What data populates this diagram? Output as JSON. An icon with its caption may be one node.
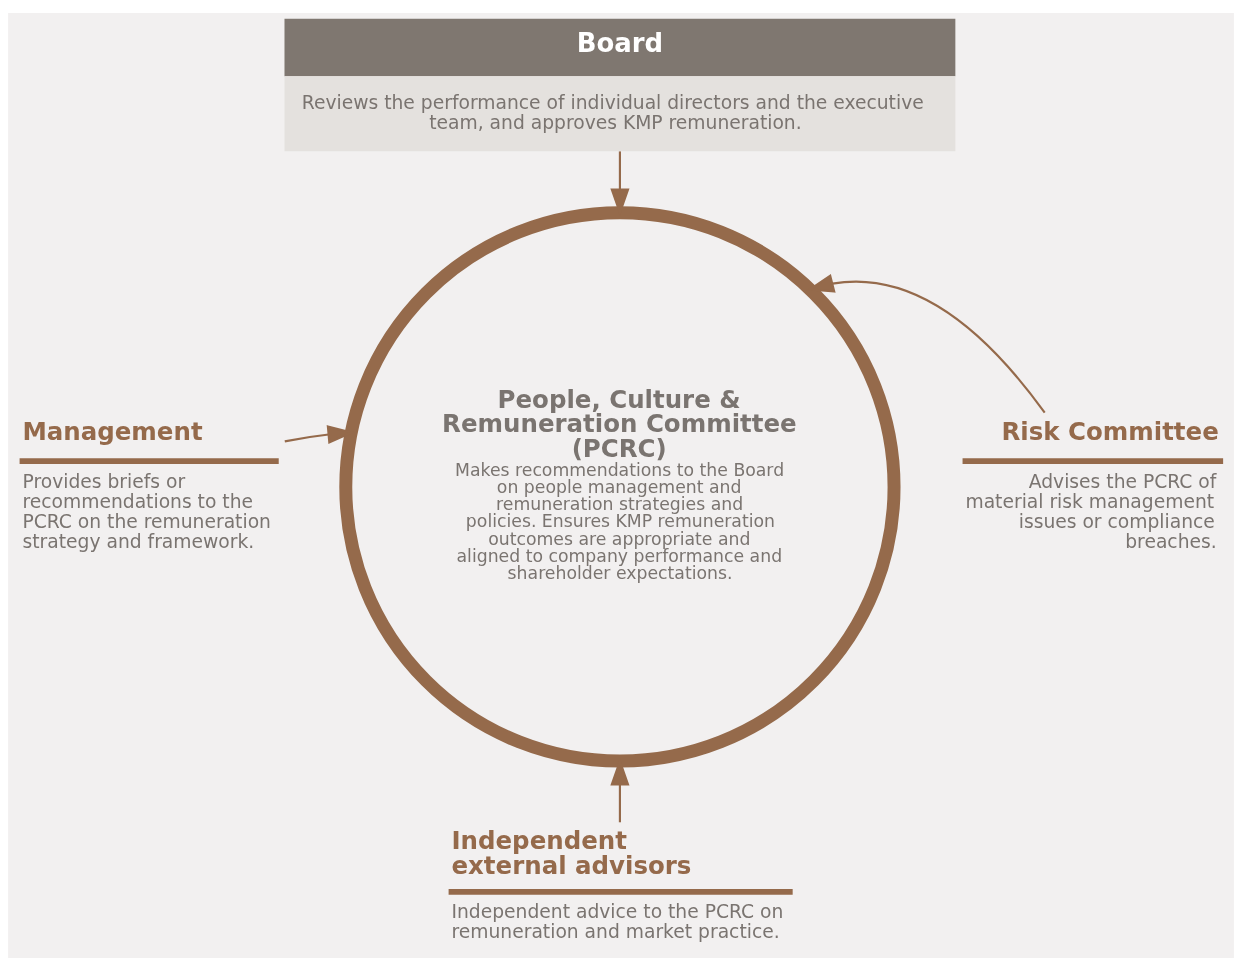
{
  "diagram": {
    "nodes": [
      {
        "text": [
          "Board",
          "Reviews the performance of individual directors and the executive team, and approves KMP remuneration."
        ]
      },
      {
        "text": [
          "People, Culture & Remuneration Committee (PCRC)",
          "Makes recommendations to the Board on people management and remuneration strategies and policies. Ensures KMP remuneration outcomes are appropriate and aligned to company performance and shareholder expectations."
        ]
      },
      {
        "text": [
          "Management",
          "Provides briefs or recommendations to the PCRC on the remuneration strategy and framework."
        ]
      },
      {
        "text": [
          "Risk Committee",
          "Advises the PCRC of material risk management issues or compliance breaches."
        ]
      },
      {
        "text": [
          "Independent external advisors",
          "Independent advice to the PCRC on remuneration and market practice."
        ]
      }
    ],
    "edges": [
      {
        "from": 0,
        "to": 1,
        "arrow": "to"
      },
      {
        "from": 2,
        "to": 1,
        "arrow": "to"
      },
      {
        "from": 3,
        "to": 1,
        "arrow": "to"
      },
      {
        "from": 4,
        "to": 1,
        "arrow": "to"
      }
    ]
  }
}
